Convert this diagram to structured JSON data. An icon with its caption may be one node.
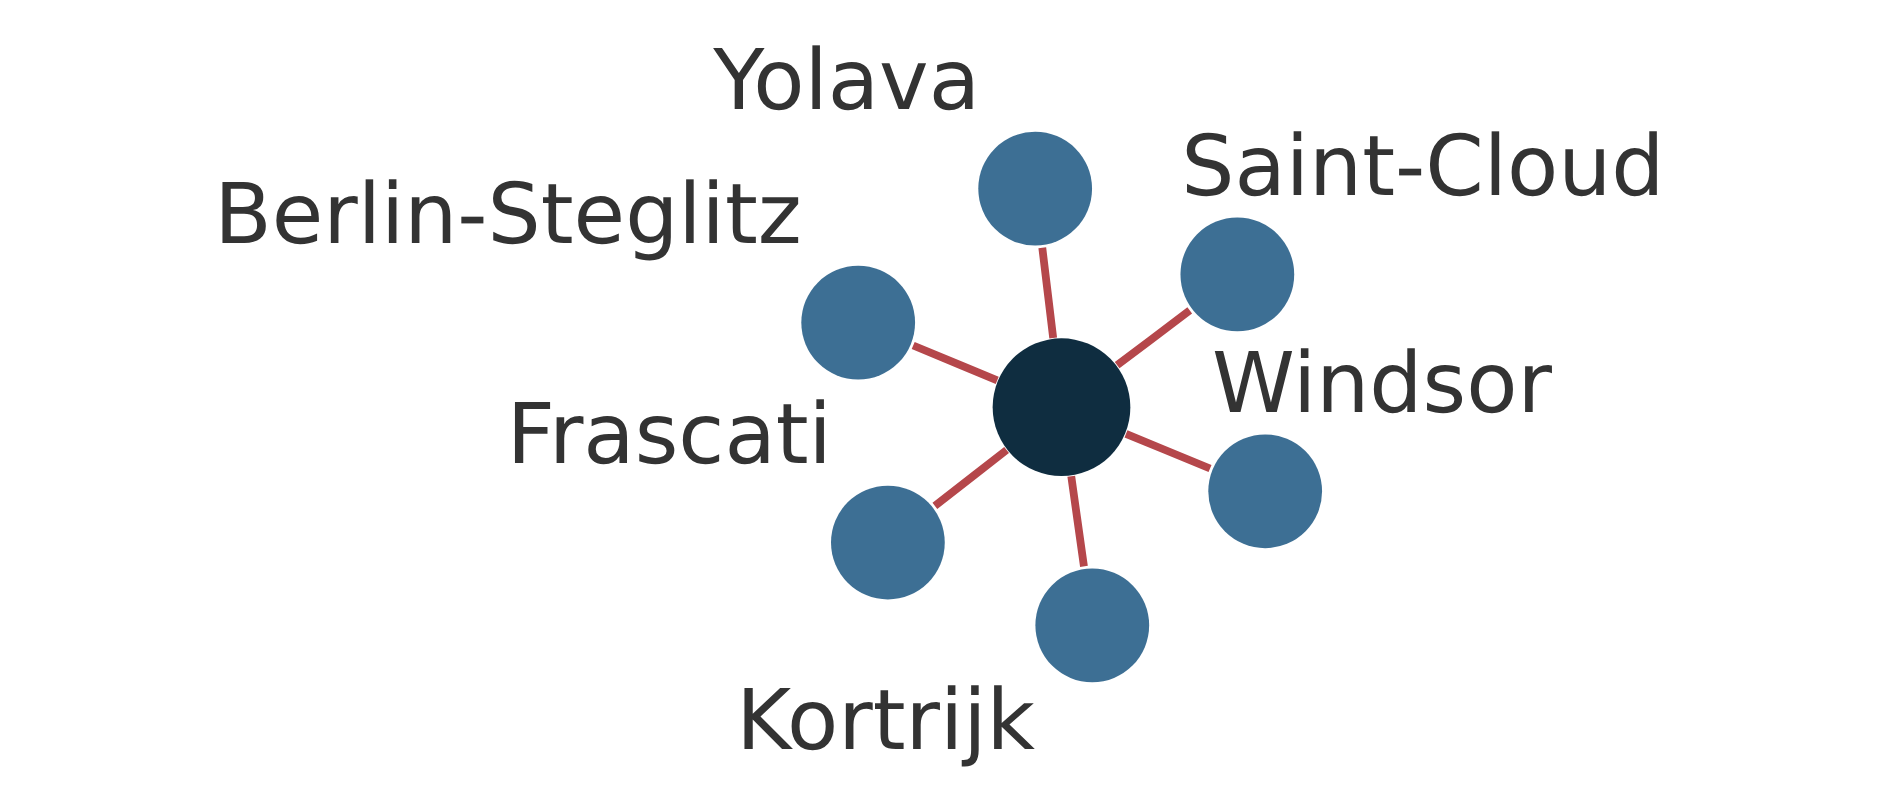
{
  "diagram": {
    "nodes": [
      {
        "text": [],
        "shape": "circle",
        "beside": [
          "Berlin-Steglitz"
        ]
      },
      {
        "text": [],
        "shape": "circle",
        "beside": [
          "Windsor"
        ]
      },
      {
        "text": [],
        "shape": "circle",
        "beside": [
          "Kortrijk"
        ]
      },
      {
        "text": [],
        "shape": "circle"
      },
      {
        "text": [],
        "shape": "circle",
        "beside": [
          "Saint-Cloud"
        ]
      },
      {
        "text": [],
        "shape": "circle",
        "beside": [
          "Yolava"
        ]
      },
      {
        "text": [],
        "shape": "circle",
        "beside": [
          "Frascati"
        ]
      }
    ],
    "edges": [
      {
        "from": 3,
        "to": 0,
        "arrow": "none"
      },
      {
        "from": 3,
        "to": 1,
        "arrow": "none"
      },
      {
        "from": 3,
        "to": 2,
        "arrow": "none"
      },
      {
        "from": 3,
        "to": 4,
        "arrow": "none"
      },
      {
        "from": 3,
        "to": 5,
        "arrow": "none"
      },
      {
        "from": 3,
        "to": 6,
        "arrow": "none"
      }
    ]
  }
}
